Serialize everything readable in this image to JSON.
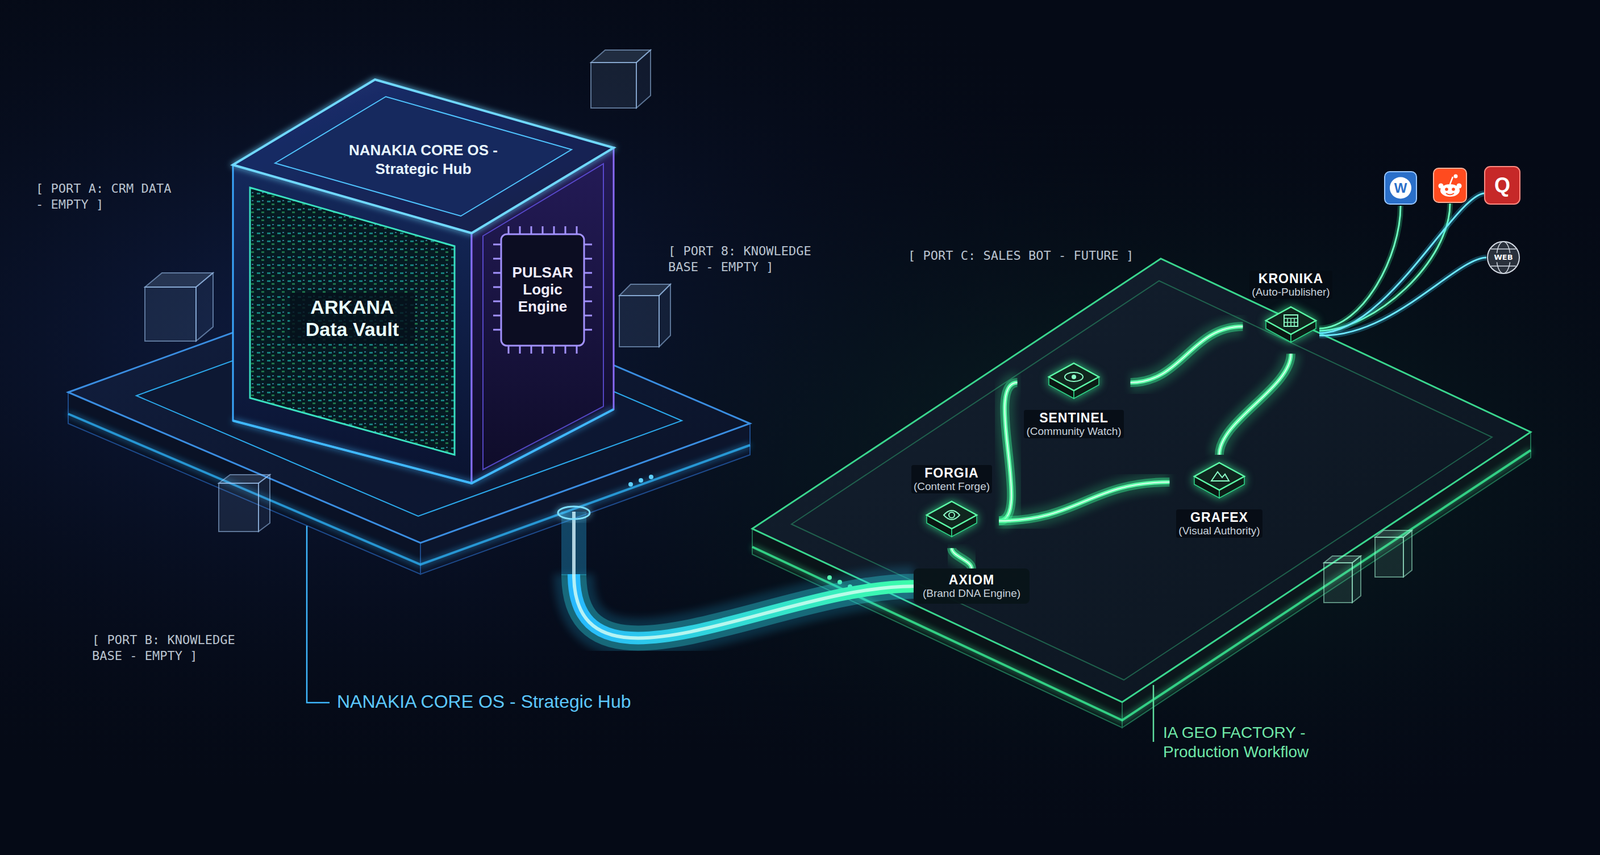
{
  "diagram": {
    "nodes": [
      {
        "text": [
          "NANAKIA CORE OS - Strategic Hub"
        ]
      },
      {
        "text": [
          "NANAKIA CORE OS - Strategic Hub"
        ],
        "in": 0
      },
      {
        "text": [
          "ARKANA Data Vault"
        ],
        "in": 1
      },
      {
        "text": [
          "PULSAR Logic Engine"
        ],
        "in": 1
      },
      {
        "text": [
          "IA GEO FACTORY - Production Workflow"
        ]
      },
      {
        "text": [
          "AXIOM",
          "(Brand DNA Engine)"
        ],
        "in": 4
      },
      {
        "text": [
          "FORGIA",
          "(Content Forge)"
        ],
        "in": 4
      },
      {
        "text": [
          "SENTINEL",
          "(Community Watch)"
        ],
        "in": 4
      },
      {
        "text": [
          "GRAFEX",
          "(Visual Authority)"
        ],
        "in": 4
      },
      {
        "text": [
          "KRONIKA",
          "(Auto-Publisher)"
        ],
        "in": 4
      }
    ],
    "edges": [
      {
        "from": 0,
        "to": 5,
        "arrow": "none"
      },
      {
        "from": 5,
        "to": 6,
        "arrow": "none"
      },
      {
        "from": 6,
        "to": 7,
        "arrow": "none"
      },
      {
        "from": 6,
        "to": 8,
        "arrow": "none"
      },
      {
        "from": 7,
        "to": 9,
        "arrow": "none"
      },
      {
        "from": 8,
        "to": 9,
        "arrow": "none"
      }
    ],
    "labels": [
      "[ PORT A: CRM DATA - EMPTY ]",
      "[ PORT 8: KNOWLEDGE BASE - EMPTY ]",
      "[ PORT C: SALES BOT - FUTURE ]",
      "[ PORT B: KNOWLEDGE BASE - EMPTY ]",
      "W",
      "Q",
      "WEB"
    ]
  }
}
